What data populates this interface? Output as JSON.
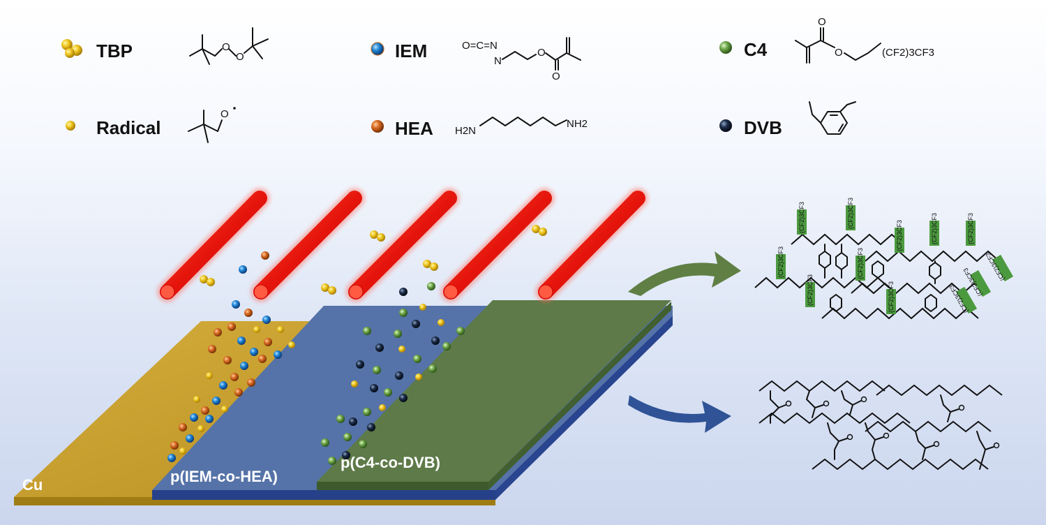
{
  "legend": [
    {
      "symbol": "TBP",
      "formula": ""
    },
    {
      "symbol": "Radical",
      "formula": ""
    },
    {
      "symbol": "IEM",
      "formula": "O=C=N"
    },
    {
      "symbol": "HEA",
      "formula_left": "H2N",
      "formula_right": "NH2"
    },
    {
      "symbol": "C4",
      "formula": "(CF2)3CF3"
    },
    {
      "symbol": "DVB",
      "formula": ""
    }
  ],
  "iem_atoms": {
    "o_top": "O",
    "o_bottom": "O",
    "n": "N"
  },
  "layers": {
    "substrate": "Cu",
    "middle": "p(IEM-co-HEA)",
    "top": "p(C4-co-DVB)"
  },
  "network_top_label": "(CF2)3CF3",
  "colors": {
    "copper": "#c9a233",
    "blue_layer": "#5573a8",
    "green_layer": "#5d7a48",
    "rod_red": "#e8160f",
    "arrow_green": "#5f7f44",
    "arrow_blue": "#2f5396",
    "tag_green": "#4c9a3f",
    "bead_yellow": "#e8c21a",
    "bead_blue": "#1c7fd0",
    "bead_orange": "#d2691e",
    "bead_green": "#6aa24a",
    "bead_navy": "#1b2a44"
  }
}
